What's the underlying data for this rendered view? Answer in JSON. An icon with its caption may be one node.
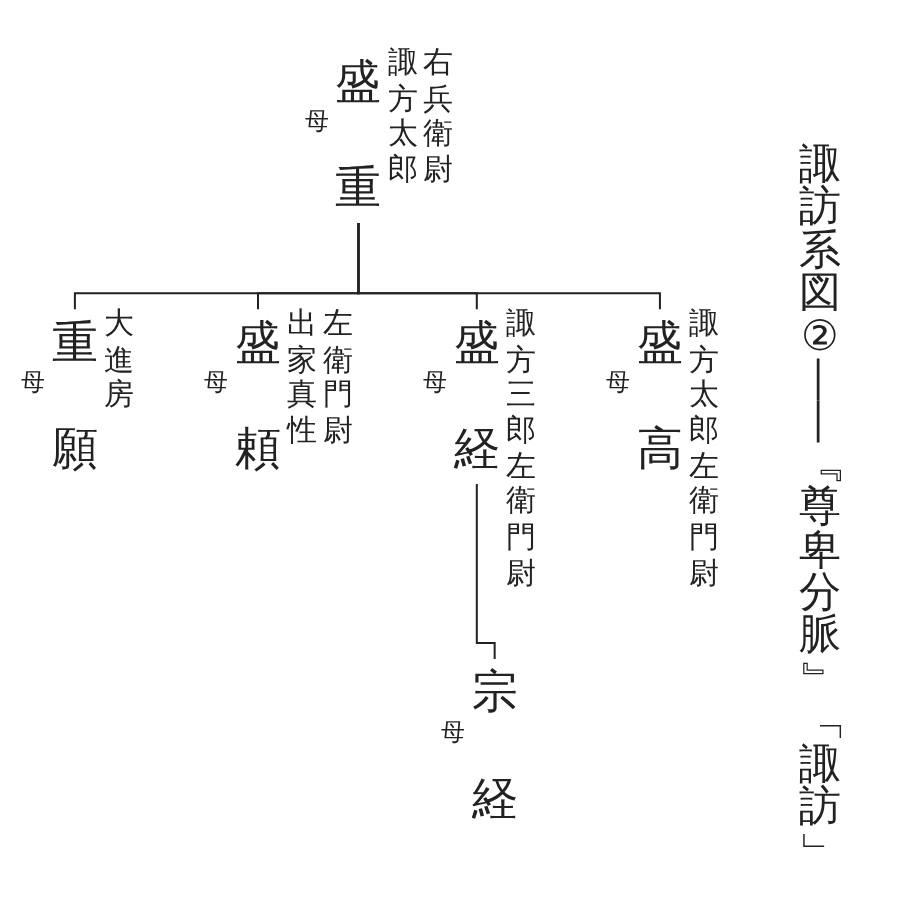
{
  "diagram": {
    "title": "諏訪系図②――『尊卑分脈』「諏訪」",
    "nodes": [
      {
        "text": [
          "盛重"
        ],
        "beside": [
          "右兵衛尉",
          "諏方太郎",
          "母"
        ]
      },
      {
        "text": [
          "盛高"
        ],
        "beside": [
          "諏方太郎左衛門尉",
          "母"
        ]
      },
      {
        "text": [
          "盛経"
        ],
        "beside": [
          "諏方三郎左衛門尉",
          "母"
        ]
      },
      {
        "text": [
          "宗経"
        ],
        "beside": [
          "母"
        ]
      },
      {
        "text": [
          "盛頼"
        ],
        "beside": [
          "左衛門尉",
          "出家真性",
          "母"
        ]
      },
      {
        "text": [
          "重願"
        ],
        "beside": [
          "大進房",
          "母"
        ]
      }
    ],
    "edges": [
      {
        "from": 0,
        "to": 5,
        "arrow": "none"
      },
      {
        "from": 0,
        "to": 4,
        "arrow": "none"
      },
      {
        "from": 0,
        "to": 2,
        "arrow": "none"
      },
      {
        "from": 2,
        "to": 3,
        "arrow": "none"
      },
      {
        "from": 0,
        "to": 1,
        "arrow": "none"
      }
    ]
  }
}
